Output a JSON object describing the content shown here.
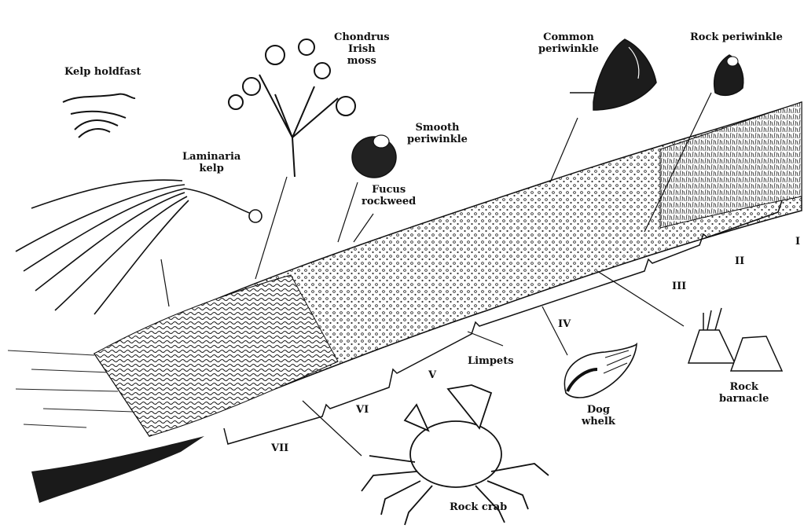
{
  "colors": {
    "ink": "#111111",
    "paper": "#ffffff",
    "stipple": "#6a6a6a"
  },
  "labels": {
    "kelp_holdfast": "Kelp holdfast",
    "chondrus_1": "Chondrus",
    "chondrus_2": "Irish",
    "chondrus_3": "moss",
    "common_periwinkle_1": "Common",
    "common_periwinkle_2": "periwinkle",
    "rock_periwinkle": "Rock periwinkle",
    "smooth_periwinkle_1": "Smooth",
    "smooth_periwinkle_2": "periwinkle",
    "laminaria_1": "Laminaria",
    "laminaria_2": "kelp",
    "fucus_1": "Fucus",
    "fucus_2": "rockweed",
    "limpets": "Limpets",
    "dog_whelk_1": "Dog",
    "dog_whelk_2": "whelk",
    "rock_barnacle_1": "Rock",
    "rock_barnacle_2": "barnacle",
    "rock_crab": "Rock crab"
  },
  "zones": [
    "I",
    "II",
    "III",
    "IV",
    "V",
    "VI",
    "VII"
  ]
}
